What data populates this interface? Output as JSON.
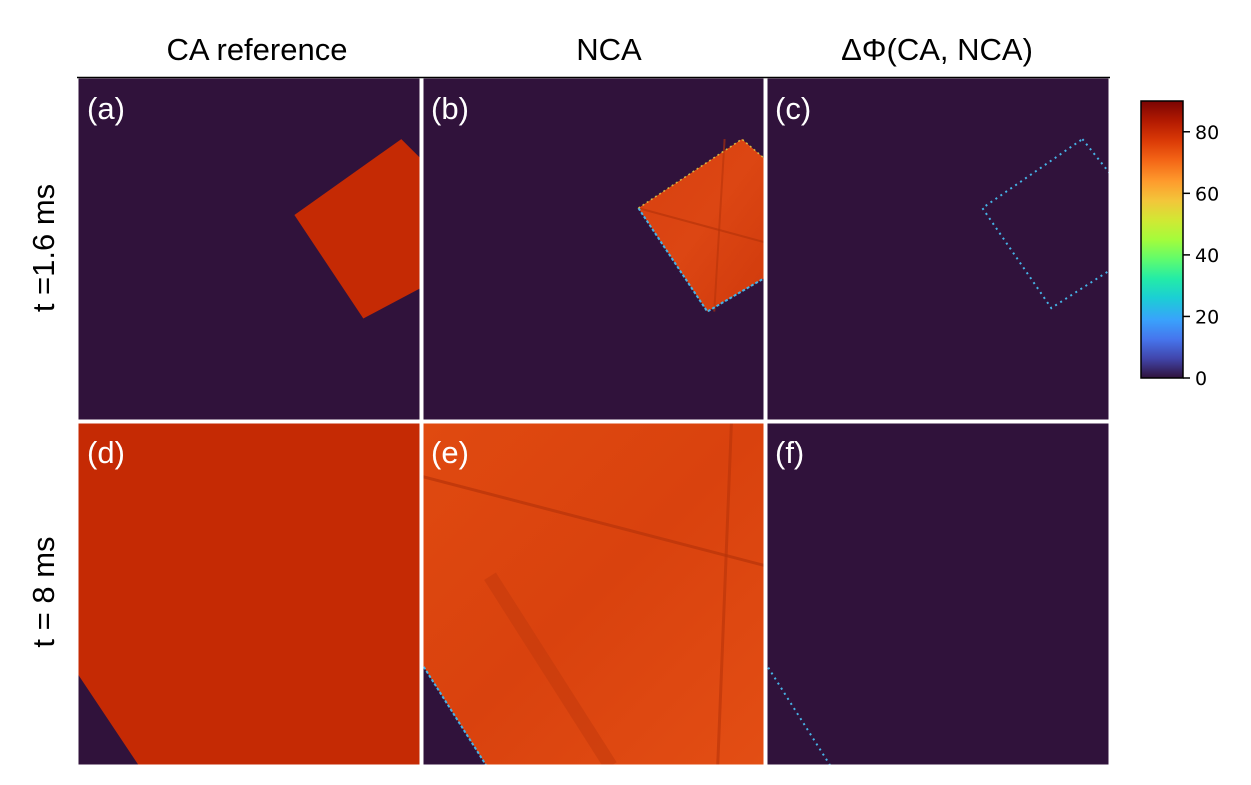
{
  "chart_data": {
    "type": "heatmap",
    "column_titles": [
      "CA reference",
      "NCA",
      "ΔΦ(CA, NCA)"
    ],
    "row_labels": [
      "t =1.6 ms",
      "t = 8 ms"
    ],
    "panels": [
      {
        "label": "(a)",
        "row": 0,
        "col": 0,
        "content": "filled-square",
        "corners_frac": [
          [
            0.94,
            0.18
          ],
          [
            1.0,
            0.24
          ],
          [
            1.0,
            0.61
          ],
          [
            0.83,
            0.7
          ],
          [
            0.63,
            0.4
          ]
        ]
      },
      {
        "label": "(b)",
        "row": 0,
        "col": 1,
        "content": "filled-square-noisy",
        "corners_frac": [
          [
            0.93,
            0.18
          ],
          [
            1.0,
            0.24
          ],
          [
            1.0,
            0.58
          ],
          [
            0.83,
            0.68
          ],
          [
            0.63,
            0.38
          ]
        ]
      },
      {
        "label": "(c)",
        "row": 0,
        "col": 2,
        "content": "outline",
        "corners_frac": [
          [
            0.92,
            0.18
          ],
          [
            1.0,
            0.28
          ],
          [
            1.0,
            0.56
          ],
          [
            0.83,
            0.67
          ],
          [
            0.63,
            0.38
          ]
        ]
      },
      {
        "label": "(d)",
        "row": 1,
        "col": 0,
        "content": "filled-region",
        "corners_frac": [
          [
            0,
            0
          ],
          [
            1,
            0
          ],
          [
            1,
            1
          ],
          [
            0.18,
            1
          ],
          [
            0,
            0.73
          ]
        ]
      },
      {
        "label": "(e)",
        "row": 1,
        "col": 1,
        "content": "filled-region-noisy",
        "corners_frac": [
          [
            0,
            0
          ],
          [
            1,
            0
          ],
          [
            1,
            1
          ],
          [
            0.19,
            1
          ],
          [
            0,
            0.7
          ]
        ]
      },
      {
        "label": "(f)",
        "row": 1,
        "col": 2,
        "content": "edge-line",
        "corners_frac": [
          [
            0,
            0.7
          ],
          [
            0.19,
            1
          ]
        ]
      }
    ],
    "colorbar": {
      "colormap": "turbo",
      "vmin": 0,
      "vmax": 90,
      "ticks": [
        0,
        20,
        40,
        60,
        80
      ]
    },
    "colors": {
      "background_value_color": "#30123b",
      "fill_value_color": "#c52a04",
      "fill_noisy_color": "#d8400f",
      "edge_color": "#46b3e6",
      "separator": "#ffffff"
    }
  }
}
